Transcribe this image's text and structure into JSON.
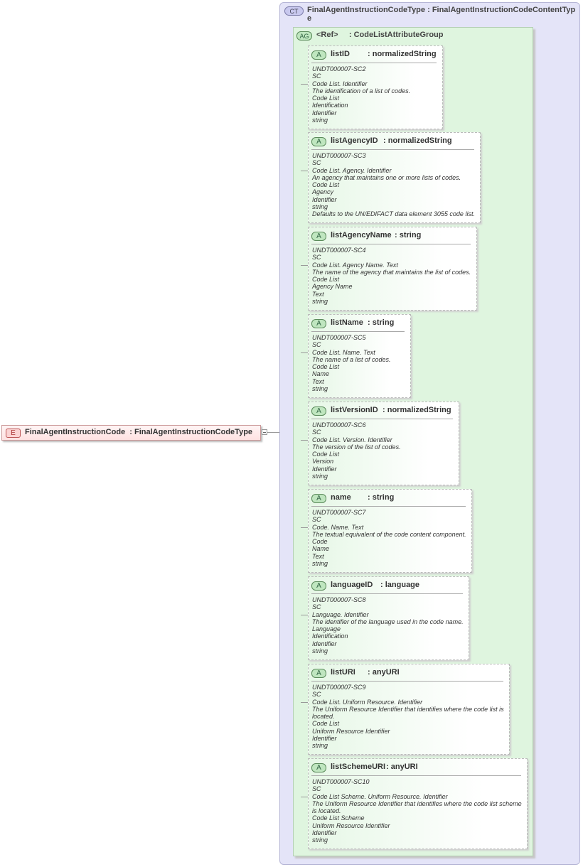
{
  "element": {
    "badge": "E",
    "name": "FinalAgentInstructionCode",
    "type": "FinalAgentInstructionCodeType"
  },
  "complex_type": {
    "badge": "CT",
    "name": "FinalAgentInstructionCodeType",
    "base": "FinalAgentInstructionCodeContentType"
  },
  "attribute_group": {
    "badge": "AG",
    "ref": "<Ref>",
    "name": "CodeListAttributeGroup"
  },
  "attributes": [
    {
      "badge": "A",
      "name": "listID",
      "type": "normalizedString",
      "docs": [
        "UNDT000007-SC2",
        "SC",
        "Code List. Identifier",
        "The identification of a list of codes.",
        "Code List",
        "Identification",
        "Identifier",
        "string"
      ]
    },
    {
      "badge": "A",
      "name": "listAgencyID",
      "type": "normalizedString",
      "docs": [
        "UNDT000007-SC3",
        "SC",
        "Code List. Agency. Identifier",
        "An agency that maintains one or more lists of codes.",
        "Code List",
        "Agency",
        "Identifier",
        "string",
        "Defaults to the UN/EDIFACT data element 3055 code list."
      ]
    },
    {
      "badge": "A",
      "name": "listAgencyName",
      "type": "string",
      "docs": [
        "UNDT000007-SC4",
        "SC",
        "Code List. Agency Name. Text",
        "The name of the agency that maintains the list of codes.",
        "Code List",
        "Agency Name",
        "Text",
        "string"
      ]
    },
    {
      "badge": "A",
      "name": "listName",
      "type": "string",
      "docs": [
        "UNDT000007-SC5",
        "SC",
        "Code List. Name. Text",
        "The name of a list of codes.",
        "Code List",
        "Name",
        "Text",
        "string"
      ]
    },
    {
      "badge": "A",
      "name": "listVersionID",
      "type": "normalizedString",
      "docs": [
        "UNDT000007-SC6",
        "SC",
        "Code List. Version. Identifier",
        "The version of the list of codes.",
        "Code List",
        "Version",
        "Identifier",
        "string"
      ]
    },
    {
      "badge": "A",
      "name": "name",
      "type": "string",
      "docs": [
        "UNDT000007-SC7",
        "SC",
        "Code. Name. Text",
        "The textual equivalent of the code content component.",
        "Code",
        "Name",
        "Text",
        "string"
      ]
    },
    {
      "badge": "A",
      "name": "languageID",
      "type": "language",
      "docs": [
        "UNDT000007-SC8",
        "SC",
        "Language. Identifier",
        "The identifier of the language used in the code name.",
        "Language",
        "Identification",
        "Identifier",
        "string"
      ]
    },
    {
      "badge": "A",
      "name": "listURI",
      "type": "anyURI",
      "docs": [
        "UNDT000007-SC9",
        "SC",
        "Code List. Uniform Resource. Identifier",
        "The Uniform Resource Identifier that identifies where the code list is located.",
        "Code List",
        "Uniform Resource Identifier",
        "Identifier",
        "string"
      ]
    },
    {
      "badge": "A",
      "name": "listSchemeURI",
      "type": "anyURI",
      "docs": [
        "UNDT000007-SC10",
        "SC",
        "Code List Scheme. Uniform Resource. Identifier",
        "The Uniform Resource Identifier that identifies where the code list scheme is located.",
        "Code List Scheme",
        "Uniform Resource Identifier",
        "Identifier",
        "string"
      ]
    }
  ]
}
